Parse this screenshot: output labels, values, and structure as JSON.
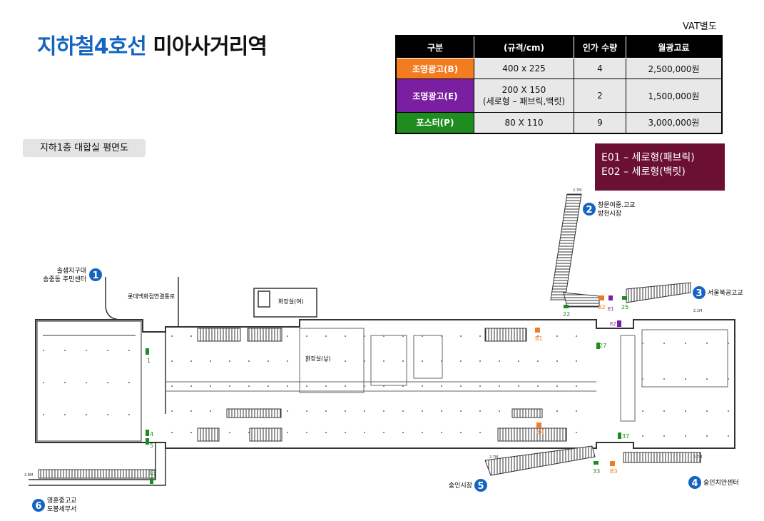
{
  "title": {
    "accent": "지하철4호선",
    "rest": " 미아사거리역"
  },
  "vat_note": "VAT별도",
  "price_table": {
    "headers": [
      "구분",
      "(규격/cm)",
      "인가 수량",
      "월광고료"
    ],
    "rows": [
      {
        "category": "조명광고(B)",
        "color": "#f47c20",
        "size": "400 x 225",
        "size2": "",
        "qty": "4",
        "fee": "2,500,000원"
      },
      {
        "category": "조명광고(E)",
        "color": "#7b1fa2",
        "size": "200 X 150",
        "size2": "(세로형 – 패브릭,백릿)",
        "qty": "2",
        "fee": "1,500,000원"
      },
      {
        "category": "포스터(P)",
        "color": "#1e8c1e",
        "size": "80 X 110",
        "size2": "",
        "qty": "9",
        "fee": "3,000,000원"
      }
    ]
  },
  "floor_label": "지하1층 대합실 평면도",
  "legend": {
    "line1": "E01 – 세로형(패브릭)",
    "line2": "E02 – 세로형(백릿)"
  },
  "map": {
    "exits": [
      {
        "num": "1",
        "label1": "솔샘지구대",
        "label2": "송중동 주민센터"
      },
      {
        "num": "2",
        "label1": "창문여중.고교",
        "label2": "방천시장"
      },
      {
        "num": "3",
        "label1": "서울북공고교",
        "label2": ""
      },
      {
        "num": "4",
        "label1": "숭인치안센터",
        "label2": ""
      },
      {
        "num": "5",
        "label1": "숭인시장",
        "label2": ""
      },
      {
        "num": "6",
        "label1": "영훈중고교",
        "label2": "도봉세무서"
      }
    ],
    "rooms": {
      "lotte": "롯데백화점연결통로",
      "restroom_f": "화장실(여)",
      "restroom_m": "화장실(남)"
    },
    "level_marks": [
      "2.7M",
      "2.7M",
      "2.1M",
      "2.8M",
      "2.7M"
    ],
    "ad_markers": {
      "posters": [
        "1",
        "4",
        "5",
        "13",
        "22",
        "25",
        "27",
        "33",
        "37"
      ],
      "billboards": [
        "B1",
        "B2",
        "B3",
        "B4"
      ],
      "vertical": [
        "E1",
        "E2"
      ]
    },
    "colors": {
      "poster": "#1e8c1e",
      "billboard": "#f47c20",
      "vertical": "#7b1fa2",
      "exit_badge": "#1565c0"
    }
  }
}
